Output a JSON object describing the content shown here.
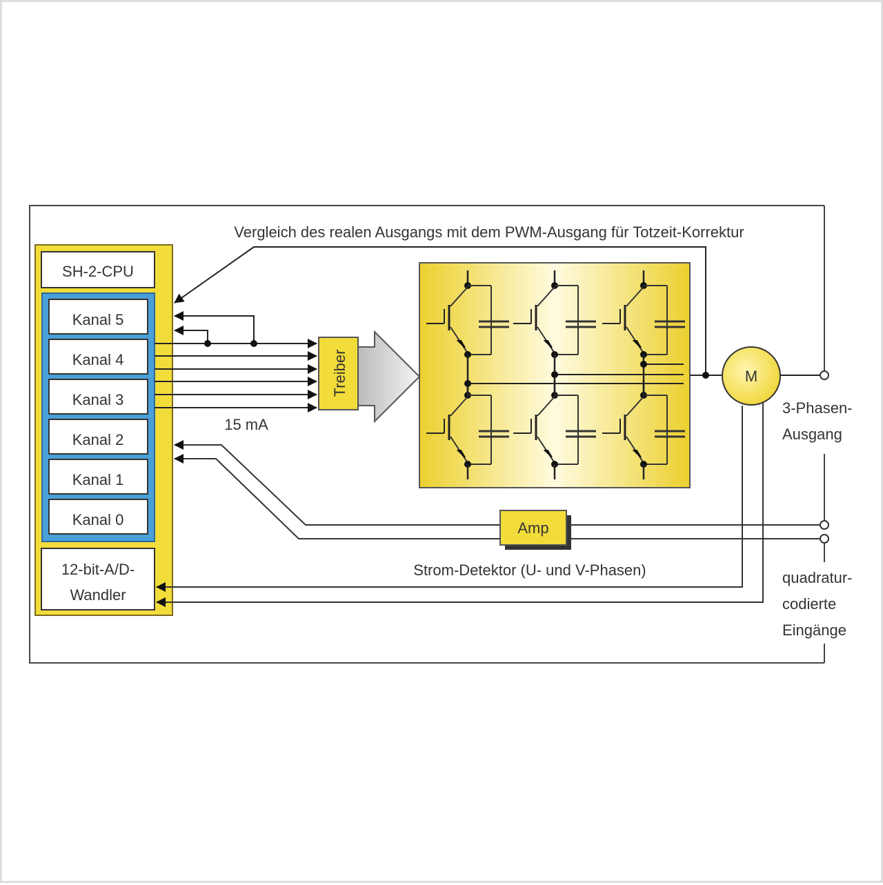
{
  "title_annotation": "Vergleich des realen Ausgangs mit dem PWM-Ausgang für Totzeit-Korrektur",
  "cpu": {
    "label": "SH-2-CPU",
    "channels": [
      "Kanal 5",
      "Kanal 4",
      "Kanal 3",
      "Kanal 2",
      "Kanal 1",
      "Kanal 0"
    ],
    "adc": [
      "12-bit-A/D-",
      "Wandler"
    ]
  },
  "current_label": "15 mA",
  "driver_label": "Treiber",
  "motor_label": "M",
  "amp_label": "Amp",
  "current_detector_label": "Strom-Detektor (U- und V-Phasen)",
  "output_label": [
    "3-Phasen-",
    "Ausgang"
  ],
  "encoder_label": [
    "quadratur-",
    "codierte",
    "Eingänge"
  ],
  "colors": {
    "yellow": "#f2dc3a",
    "blue": "#4a9fd8",
    "line": "#222222",
    "frame": "#444444"
  }
}
